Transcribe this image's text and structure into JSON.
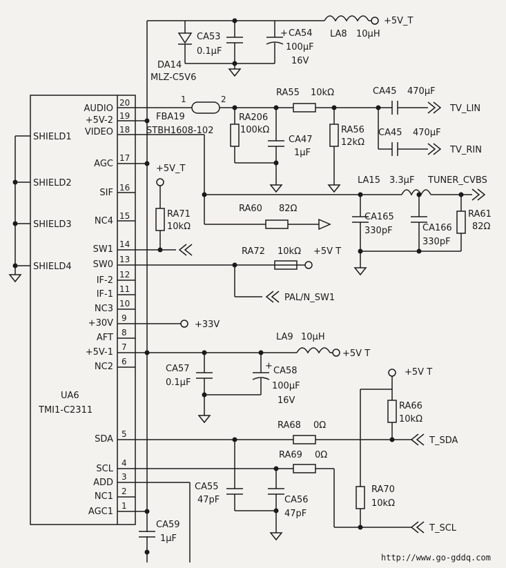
{
  "ic": {
    "ref": "UA6",
    "part": "TMI1-C2311",
    "left_pins": [
      "SHIELD1",
      "SHIELD2",
      "SHIELD3",
      "SHIELD4"
    ],
    "pins": [
      {
        "num": "20",
        "name": "AUDIO"
      },
      {
        "num": "19",
        "name": "+5V-2"
      },
      {
        "num": "18",
        "name": "VIDEO"
      },
      {
        "num": "17",
        "name": "AGC"
      },
      {
        "num": "16",
        "name": "SIF"
      },
      {
        "num": "15",
        "name": "NC4"
      },
      {
        "num": "14",
        "name": "SW1"
      },
      {
        "num": "13",
        "name": "SW0"
      },
      {
        "num": "12",
        "name": "IF-2"
      },
      {
        "num": "11",
        "name": "IF-1"
      },
      {
        "num": "10",
        "name": "NC3"
      },
      {
        "num": "9",
        "name": "+30V"
      },
      {
        "num": "8",
        "name": "AFT"
      },
      {
        "num": "7",
        "name": "+5V-1"
      },
      {
        "num": "6",
        "name": "NC2"
      },
      {
        "num": "5",
        "name": "SDA"
      },
      {
        "num": "4",
        "name": "SCL"
      },
      {
        "num": "3",
        "name": "ADD"
      },
      {
        "num": "2",
        "name": "NC1"
      },
      {
        "num": "1",
        "name": "AGC1"
      }
    ]
  },
  "labels": {
    "ca53": "CA53",
    "ca53_v": "0.1μF",
    "ca54": "CA54",
    "ca54_v": "100μF",
    "ca54_v2": "16V",
    "da14": "DA14",
    "da14_v": "MLZ-C5V6",
    "la8": "LA8",
    "la8_v": "10μH",
    "p5vt_top": "+5V_T",
    "fba19": "FBA19",
    "fba19_v": "STBH1608-102",
    "fb_p1": "1",
    "fb_p2": "2",
    "ra55": "RA55",
    "ra55_v": "10kΩ",
    "ca45a": "CA45",
    "ca45a_v": "470μF",
    "tv_lin": "TV_LIN",
    "ra206": "RA206",
    "ra206_v": "100kΩ",
    "ca47": "CA47",
    "ca47_v": "1μF",
    "ra56": "RA56",
    "ra56_v": "12kΩ",
    "ca45b": "CA45",
    "ca45b_v": "470μF",
    "tv_rin": "TV_RIN",
    "p5vt_mid": "+5V_T",
    "la15": "LA15",
    "la15_v": "3.3μF",
    "tuner_cvbs": "TUNER_CVBS",
    "ra71": "RA71",
    "ra71_v": "10kΩ",
    "ra60": "RA60",
    "ra60_v": "82Ω",
    "ca165": "CA165",
    "ca165_v": "330pF",
    "ca166": "CA166",
    "ca166_v": "330pF",
    "ra61": "RA61",
    "ra61_v": "82Ω",
    "ra72": "RA72",
    "ra72_v": "10kΩ",
    "p5vt_ra72": "+5V T",
    "pal_sw": "PAL/N_SW1",
    "p33v": "+33V",
    "la9": "LA9",
    "la9_v": "10μH",
    "p5vt_la9": "+5V T",
    "ca57": "CA57",
    "ca57_v": "0.1μF",
    "ca58": "CA58",
    "ca58_v": "100μF",
    "ca58_v2": "16V",
    "p5vt_bot": "+5V T",
    "ra66": "RA66",
    "ra66_v": "10kΩ",
    "ra68": "RA68",
    "ra68_v": "0Ω",
    "t_sda": "T_SDA",
    "ra69": "RA69",
    "ra69_v": "0Ω",
    "ca55": "CA55",
    "ca55_v": "47pF",
    "ca56": "CA56",
    "ca56_v": "47pF",
    "ra70": "RA70",
    "ra70_v": "10kΩ",
    "t_scl": "T_SCL",
    "ca59": "CA59",
    "ca59_v": "1μF",
    "plus": "+",
    "watermark": "http://www.go-gddq.com"
  }
}
